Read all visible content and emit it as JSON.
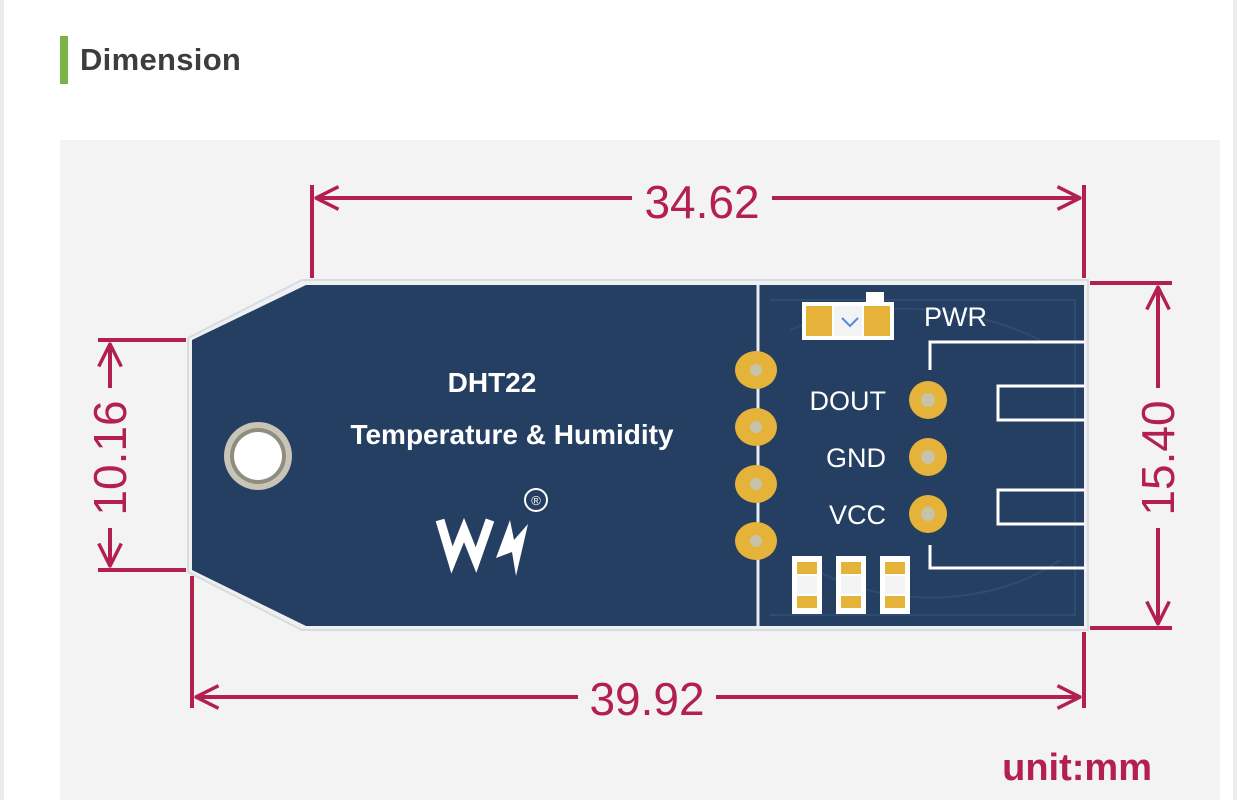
{
  "section": {
    "title": "Dimension"
  },
  "board": {
    "model": "DHT22",
    "description": "Temperature & Humidity",
    "logo": "WS",
    "registered_mark": "®",
    "led_label": "PWR",
    "pins": [
      "DOUT",
      "GND",
      "VCC"
    ]
  },
  "dimensions": {
    "top_width": "34.62",
    "bottom_width": "39.92",
    "left_height": "10.16",
    "right_height": "15.40",
    "unit": "unit:mm"
  },
  "colors": {
    "accent": "#7cb342",
    "dimension_line": "#b3204f",
    "board": "#253f63",
    "gold_pad": "#e5b23a"
  },
  "icons": {
    "logo": "waveshare-logo-icon",
    "hole": "mounting-hole-icon",
    "pads": "gold-pad-icon"
  }
}
